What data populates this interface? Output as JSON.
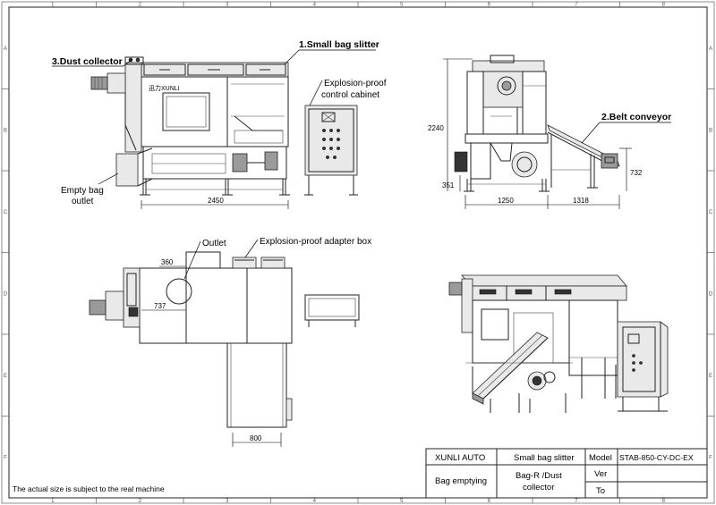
{
  "frame": {
    "columns": [
      "1",
      "2",
      "3",
      "4",
      "5",
      "6",
      "7",
      "8"
    ],
    "rows": [
      "A",
      "B",
      "C",
      "D",
      "E",
      "F"
    ]
  },
  "callouts": {
    "dust_collector": "3.Dust collector",
    "small_bag_slitter": "1.Small bag slitter",
    "control_cabinet_line1": "Explosion-proof",
    "control_cabinet_line2": "control cabinet",
    "belt_conveyor": "2.Belt conveyor",
    "empty_bag_outlet_line1": "Empty bag",
    "empty_bag_outlet_line2": "outlet",
    "outlet": "Outlet",
    "adapter_box": "Explosion-proof adapter box"
  },
  "front_view": {
    "brand_plate": "迅力XUNLI"
  },
  "dimensions": {
    "front_width": "2450",
    "side_height": "2240",
    "side_base": "351",
    "side_depth": "1250",
    "conveyor_length": "1318",
    "conveyor_height": "732",
    "top_offset_a": "360",
    "top_offset_b": "737",
    "top_width": "800"
  },
  "note": "The actual size is subject to the real machine",
  "title_block": {
    "company": "XUNLI AUTO",
    "product": "Small bag slitter",
    "process": "Bag emptying",
    "config_line1": "Bag-R /Dust",
    "config_line2": "collector",
    "model_label": "Model",
    "model_value": "STAB-850-CY-DC-EX",
    "ver_label": "Ver",
    "to_label": "To"
  }
}
